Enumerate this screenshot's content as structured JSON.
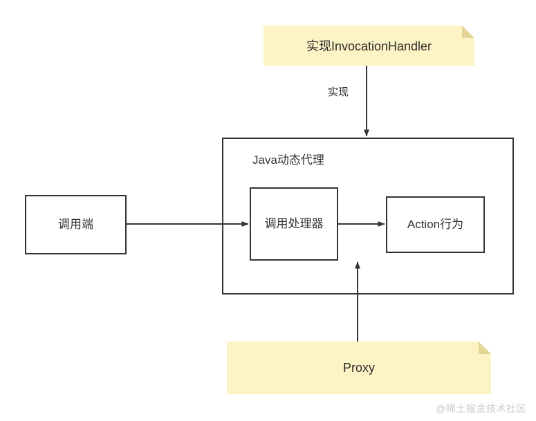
{
  "diagram": {
    "title_text": "Java动态代理",
    "background": "#ffffff",
    "stroke_color": "#333333",
    "note_fill": "#fdf4c5",
    "note_fold": "#e3d596",
    "text_color": "#333333"
  },
  "notes": [
    {
      "id": "invocation-handler-note",
      "label": "实现InvocationHandler"
    },
    {
      "id": "proxy-note",
      "label": "Proxy"
    }
  ],
  "boxes": [
    {
      "id": "caller",
      "label": "调用端"
    },
    {
      "id": "invocation-handler",
      "label": "调用处理器"
    },
    {
      "id": "action",
      "label": "Action行为"
    }
  ],
  "container": {
    "id": "java-dynamic-proxy",
    "label": "Java动态代理"
  },
  "edges": [
    {
      "id": "edge-implements",
      "from": "invocation-handler-note",
      "to": "java-dynamic-proxy",
      "label": "实现"
    },
    {
      "id": "edge-caller-to-handler",
      "from": "caller",
      "to": "invocation-handler",
      "label": ""
    },
    {
      "id": "edge-handler-to-action",
      "from": "invocation-handler",
      "to": "action",
      "label": ""
    },
    {
      "id": "edge-proxy-to-handler",
      "from": "proxy-note",
      "to": "invocation-handler",
      "label": ""
    }
  ],
  "watermark": {
    "text": "@稀土掘金技术社区"
  }
}
